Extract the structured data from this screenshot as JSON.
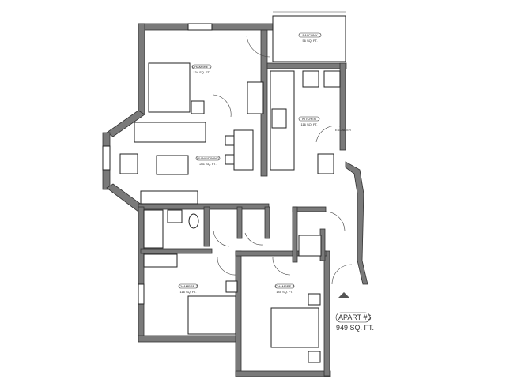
{
  "rooms": {
    "chambre1": {
      "name": "CHAMBRE 1",
      "area": "134 SQ. FT."
    },
    "balcony": {
      "name": "BALCONY",
      "area": "56 SQ. FT."
    },
    "kitchen": {
      "name": "KITCHEN",
      "area": "116 SQ. FT."
    },
    "living": {
      "name": "LIVING/DINING",
      "area": "281 SQ. FT."
    },
    "chambre2": {
      "name": "CHAMBRE 2",
      "area": "116 SQ. FT."
    },
    "chambre3": {
      "name": "CHAMBRE 3",
      "area": "145 SQ. FT."
    }
  },
  "escalier": "ESCALIER",
  "apartment": {
    "name": "APART #6",
    "area": "949 SQ. FT."
  },
  "colors": {
    "wall": "#7a7a7a"
  }
}
